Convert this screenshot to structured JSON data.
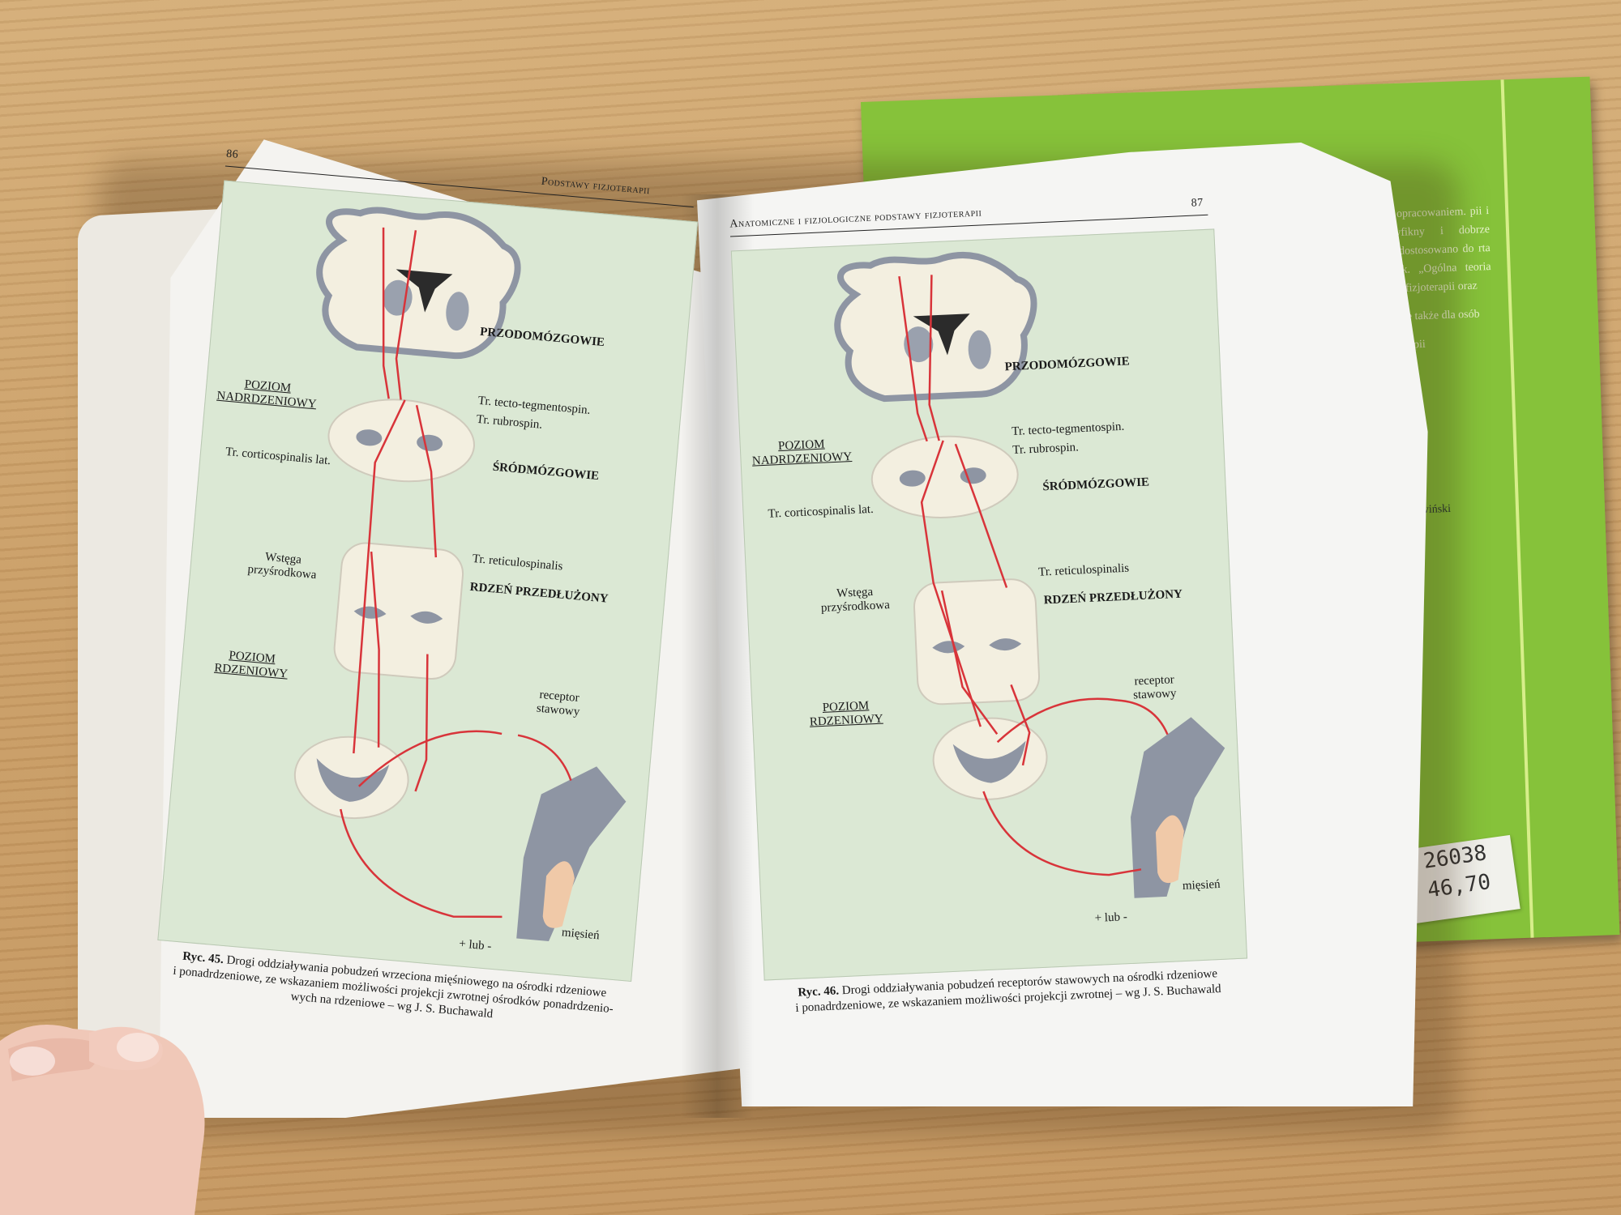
{
  "green_book": {
    "back_text": [
      "d redakcją prof. opracowaniem. pii i rehabilitacji, lyfikny i dobrze agadnień z tego dostosowano do rta w podręczniku k. „Ogólna teoria erapia i masaż” ie fizjoterapii oraz",
      "ia nie tylko jako ale także dla osób",
      "ant Krajowy zjoterapii"
    ],
    "signature_name": "Zbigniew Śliwiński",
    "price_label": [
      "26038",
      "46,70"
    ]
  },
  "left_page": {
    "page_number": "86",
    "running_head": "Podstawy fizjoterapii",
    "labels": {
      "forebrain": "PRZODOMÓZGOWIE",
      "supraspinal_level": [
        "POZIOM",
        "NADRDZENIOWY"
      ],
      "tecto": "Tr. tecto-tegmentospin.",
      "rubro": "Tr. rubrospin.",
      "cortico": "Tr. corticospinalis lat.",
      "midbrain": "ŚRÓDMÓZGOWIE",
      "reticulo": "Tr. reticulospinalis",
      "lemniscus": [
        "Wstęga",
        "przyśrodkowa"
      ],
      "medulla": "RDZEŃ PRZEDŁUŻONY",
      "spinal_level": [
        "POZIOM",
        "RDZENIOWY"
      ],
      "receptor": [
        "receptor",
        "stawowy"
      ],
      "muscle": "mięsień",
      "plus_or_minus": "+ lub -"
    },
    "caption_label": "Ryc. 45.",
    "caption_lines": [
      "Drogi oddziaływania pobudzeń wrzeciona mięśniowego na ośrodki rdzeniowe",
      "i ponadrdzeniowe, ze wskazaniem możliwości projekcji zwrotnej ośrodków ponadrdzenio-",
      "wych na rdzeniowe – wg J. S. Buchawald"
    ]
  },
  "right_page": {
    "page_number": "87",
    "running_head": "Anatomiczne i fizjologiczne podstawy fizjoterapii",
    "labels": {
      "forebrain": "PRZODOMÓZGOWIE",
      "supraspinal_level": [
        "POZIOM",
        "NADRDZENIOWY"
      ],
      "tecto": "Tr. tecto-tegmentospin.",
      "rubro": "Tr. rubrospin.",
      "cortico": "Tr. corticospinalis lat.",
      "midbrain": "ŚRÓDMÓZGOWIE",
      "reticulo": "Tr. reticulospinalis",
      "lemniscus": [
        "Wstęga",
        "przyśrodkowa"
      ],
      "medulla": "RDZEŃ PRZEDŁUŻONY",
      "spinal_level": [
        "POZIOM",
        "RDZENIOWY"
      ],
      "receptor": [
        "receptor",
        "stawowy"
      ],
      "muscle": "mięsień",
      "plus_or_minus": "+ lub -"
    },
    "caption_label": "Ryc. 46.",
    "caption_lines": [
      "Drogi oddziaływania pobudzeń receptorów stawowych na ośrodki rdzeniowe",
      "i ponadrdzeniowe, ze wskazaniem możliwości projekcji zwrotnej – wg J. S. Buchawald"
    ]
  },
  "colors": {
    "panel": "#dbe8d4",
    "pathway_red": "#d8343a",
    "gray_matter": "#8e95a3",
    "white_matter": "#f3efe0"
  }
}
